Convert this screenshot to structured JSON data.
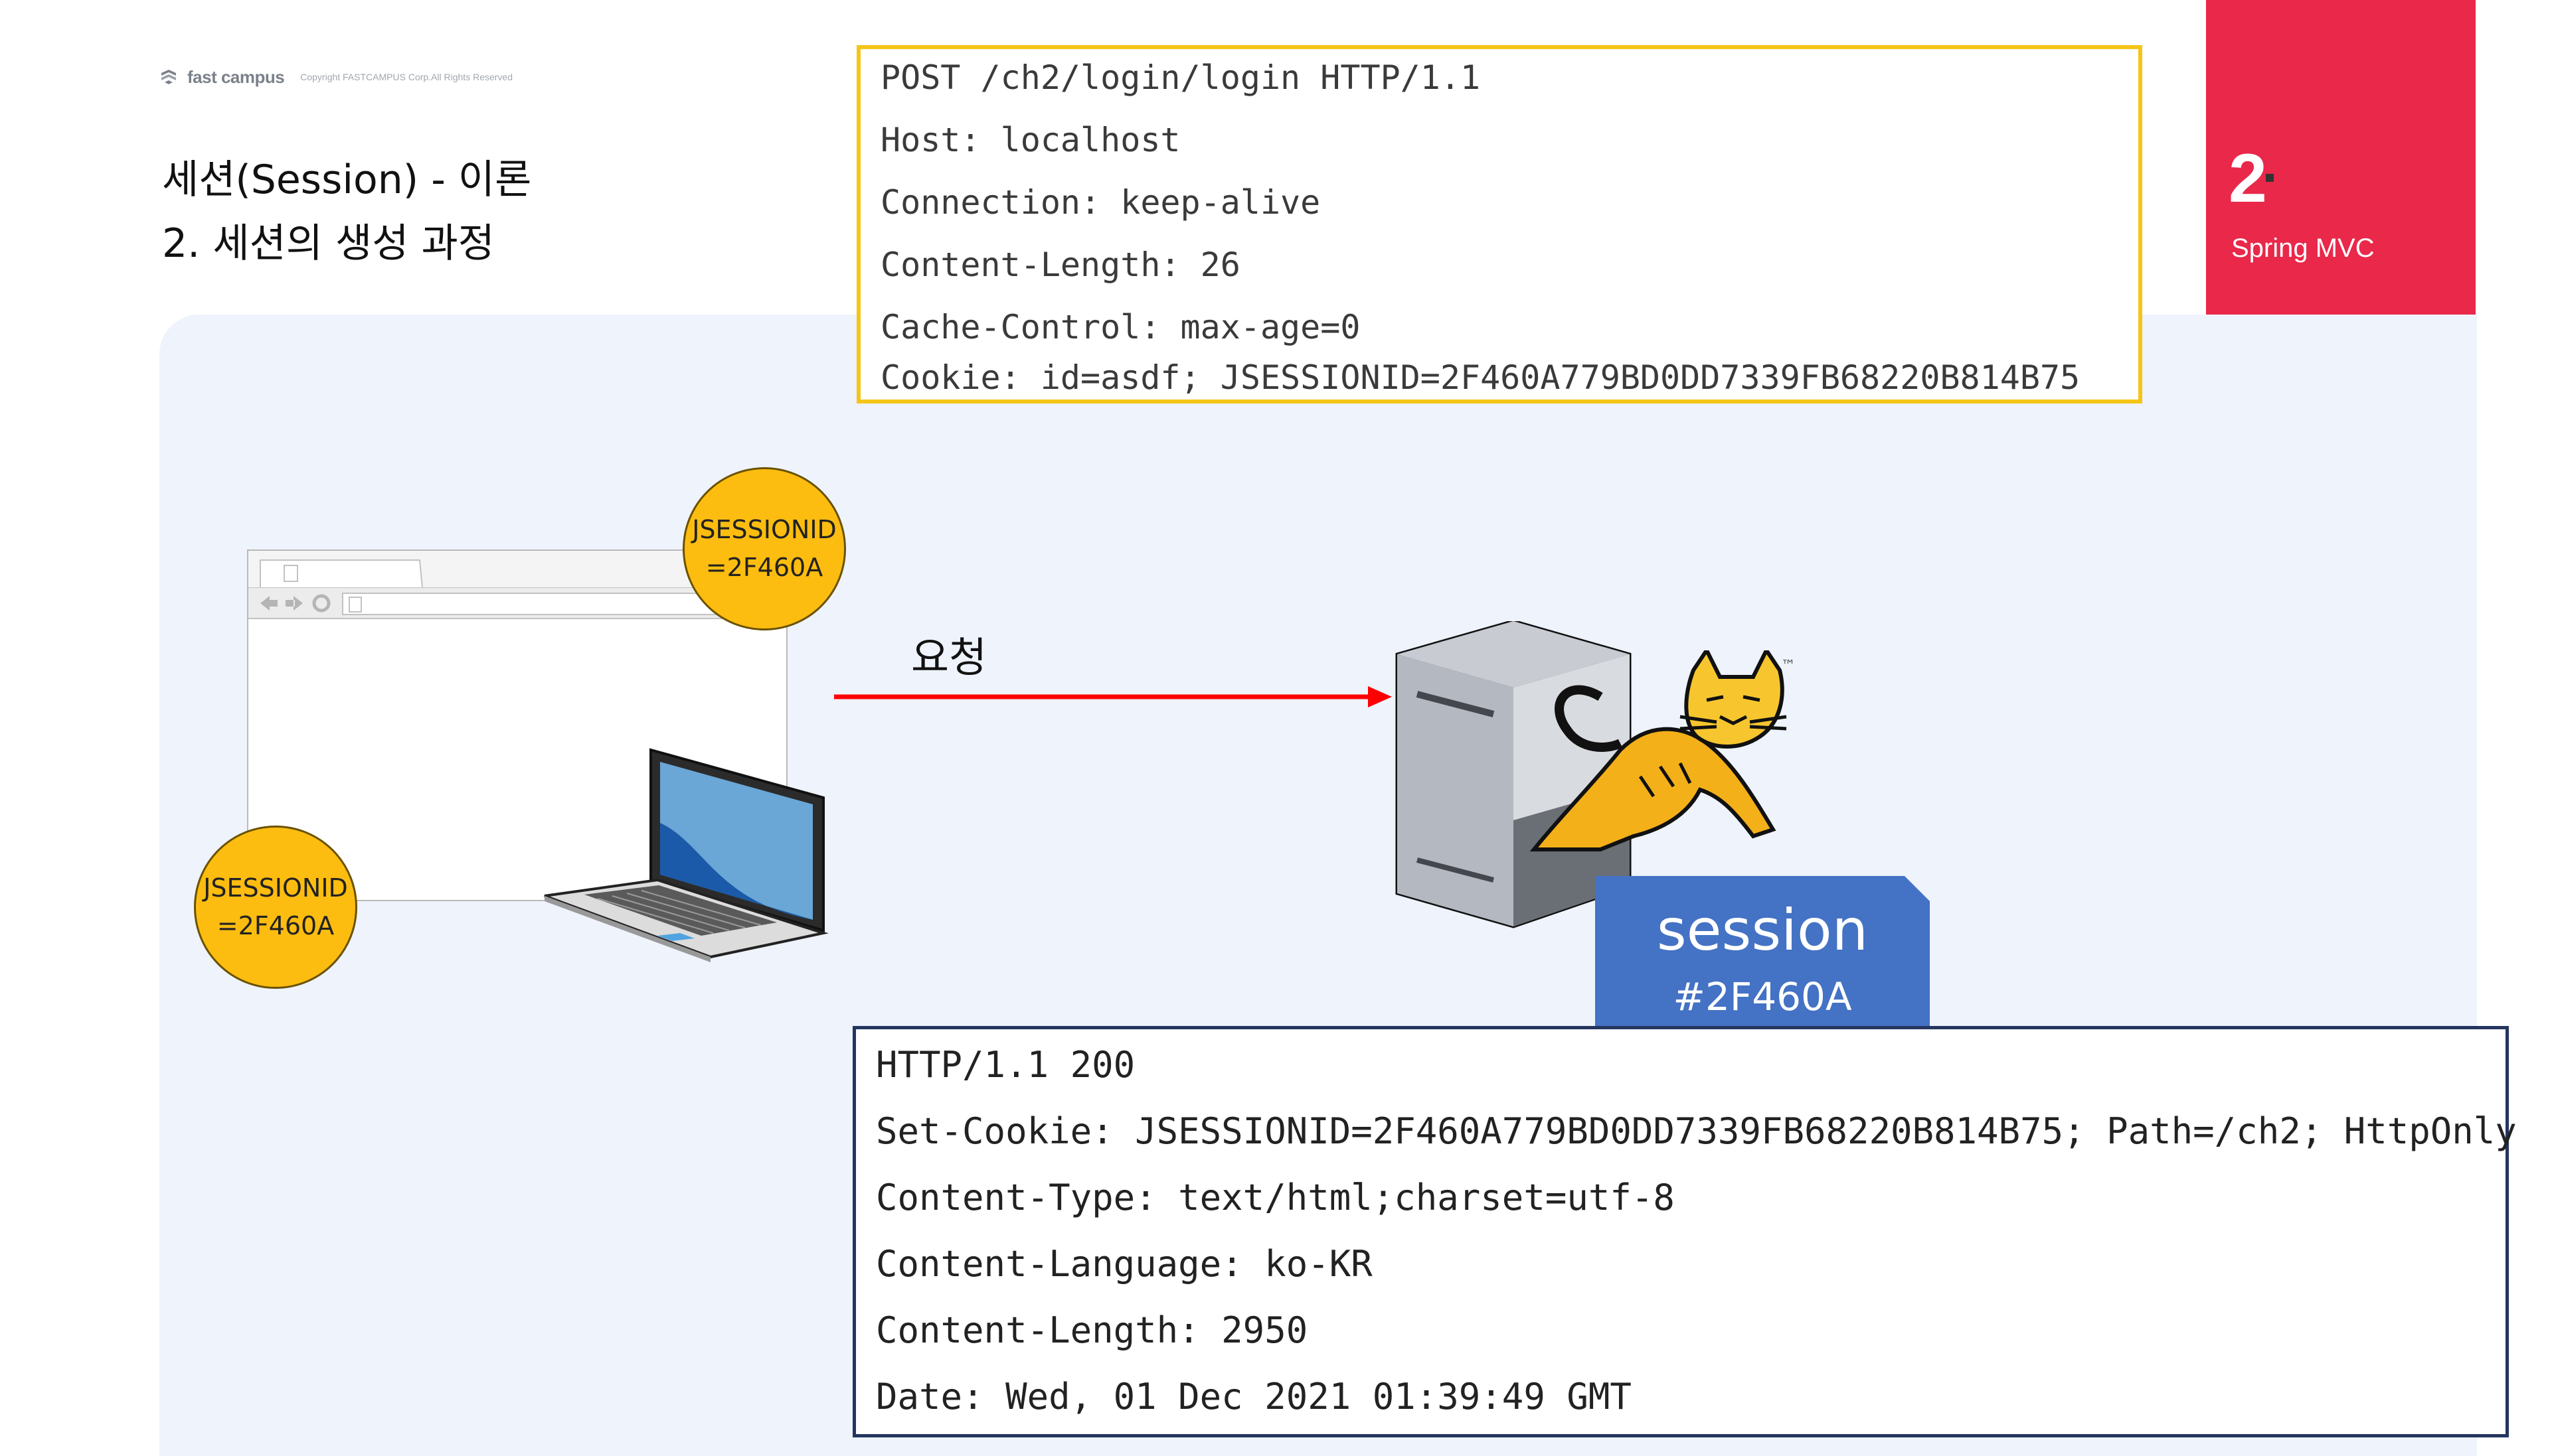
{
  "header": {
    "brand": "fast campus",
    "copyright": "Copyright FASTCAMPUS Corp.All Rights Reserved",
    "title_line1": "세션(Session) - 이론",
    "title_line2": "2. 세션의 생성 과정"
  },
  "section": {
    "number": "2",
    "name": "Spring MVC",
    "color": "#e9284a"
  },
  "request": {
    "label": "요청",
    "lines": [
      "POST /ch2/login/login HTTP/1.1",
      "Host: localhost",
      "Connection: keep-alive",
      "Content-Length: 26",
      "Cache-Control: max-age=0",
      "Cookie: id=asdf; JSESSIONID=2F460A779BD0DD7339FB68220B814B75"
    ]
  },
  "cookie_badge": {
    "line1": "JSESSIONID",
    "line2": "=2F460A"
  },
  "session": {
    "label": "session",
    "id": "#2F460A"
  },
  "response": {
    "lines": [
      "HTTP/1.1 200",
      "Set-Cookie: JSESSIONID=2F460A779BD0DD7339FB68220B814B75; Path=/ch2; HttpOnly",
      "Content-Type: text/html;charset=utf-8",
      "Content-Language: ko-KR",
      "Content-Length: 2950",
      "Date: Wed, 01 Dec 2021 01:39:49 GMT"
    ]
  },
  "colors": {
    "request_border": "#f5c518",
    "response_border": "#24365f",
    "arrow": "#ff0000",
    "cookie_fill": "#fdbd10",
    "session_fill": "#4472c4",
    "panel": "#eef3fc"
  },
  "icons": {
    "logo": "fastcampus-logo-icon",
    "server": "server-icon",
    "tomcat": "tomcat-logo-icon",
    "laptop": "laptop-icon",
    "browser": "browser-window-icon"
  }
}
